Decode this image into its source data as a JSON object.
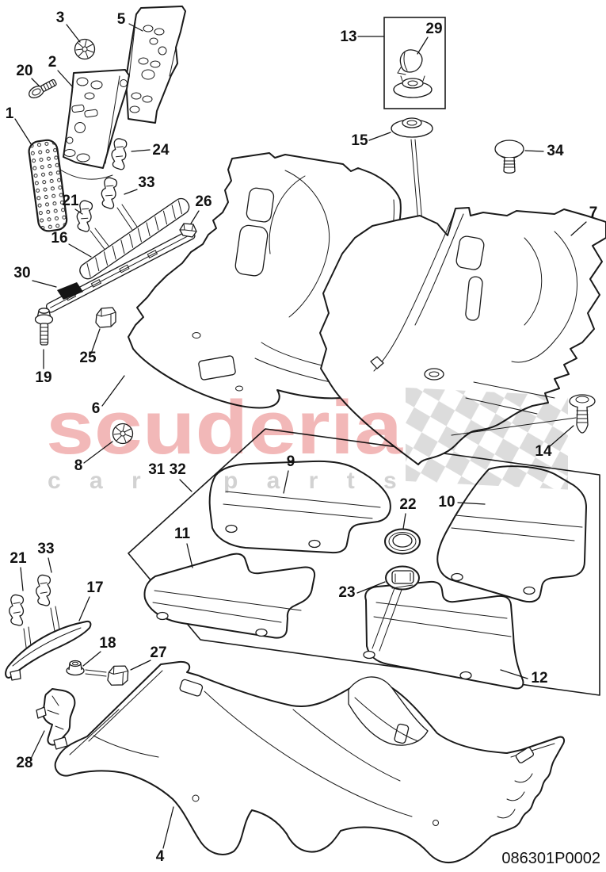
{
  "diagram": {
    "part_number": "086301P0002",
    "background": "#ffffff",
    "line_color": "#1a1a1a",
    "watermark": {
      "word_main": "scuderia",
      "word_sub_1": "c a r",
      "word_sub_2": "p a r t s",
      "pink": "#f2b8b8",
      "gray_text": "#d2d2d2",
      "checker_gray": "#dcdcdc"
    },
    "callouts": [
      {
        "label": "1"
      },
      {
        "label": "2"
      },
      {
        "label": "3"
      },
      {
        "label": "5"
      },
      {
        "label": "20"
      },
      {
        "label": "24"
      },
      {
        "label": "21"
      },
      {
        "label": "33"
      },
      {
        "label": "16"
      },
      {
        "label": "26"
      },
      {
        "label": "30"
      },
      {
        "label": "19"
      },
      {
        "label": "25"
      },
      {
        "label": "6"
      },
      {
        "label": "8"
      },
      {
        "label": "13"
      },
      {
        "label": "29"
      },
      {
        "label": "15"
      },
      {
        "label": "34"
      },
      {
        "label": "7"
      },
      {
        "label": "14"
      },
      {
        "label": "31 32"
      },
      {
        "label": "9"
      },
      {
        "label": "11"
      },
      {
        "label": "22"
      },
      {
        "label": "10"
      },
      {
        "label": "23"
      },
      {
        "label": "12"
      },
      {
        "label": "21"
      },
      {
        "label": "33"
      },
      {
        "label": "17"
      },
      {
        "label": "18"
      },
      {
        "label": "27"
      },
      {
        "label": "28"
      },
      {
        "label": "4"
      }
    ]
  }
}
